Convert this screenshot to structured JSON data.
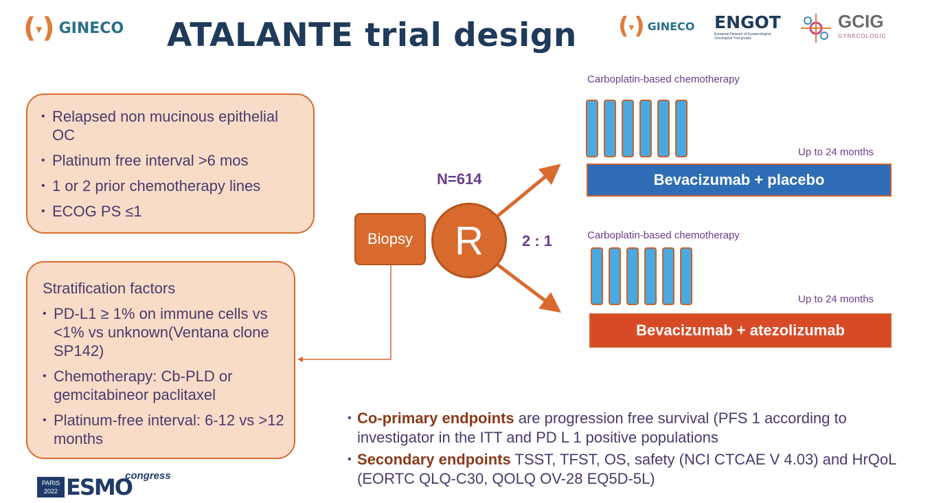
{
  "header": {
    "title": "ATALANTE trial design",
    "logo_gineco_left": "GINECO",
    "logo_gineco_right": "GINECO",
    "logo_engot": "ENGOT",
    "logo_engot_sub": "European Network of Gynaecological Oncological Trial groups",
    "logo_gcig": "GCIG",
    "logo_gcig_sub": "GYNECOLOGIC"
  },
  "eligibility": {
    "items": [
      "Relapsed non mucinous epithelial OC",
      "Platinum free interval >6 mos",
      "1 or 2 prior chemotherapy lines",
      "ECOG PS ≤1"
    ]
  },
  "stratification": {
    "heading": "Stratification factors",
    "items": [
      "PD-L1 ≥ 1% on immune cells vs <1% vs unknown(Ventana clone SP142)",
      "Chemotherapy: Cb-PLD or gemcitabineor paclitaxel",
      "Platinum-free interval: 6-12 vs >12 months"
    ]
  },
  "flow": {
    "biopsy": "Biopsy",
    "randomization": "R",
    "n": "N=614",
    "ratio": "2 : 1"
  },
  "arms": [
    {
      "chemo_label": "Carboplatin-based chemotherapy",
      "duration": "Up to 24 months",
      "treatment": "Bevacizumab + placebo",
      "color": "#2e6db5"
    },
    {
      "chemo_label": "Carboplatin-based chemotherapy",
      "duration": "Up to 24 months",
      "treatment": "Bevacizumab + atezolizumab",
      "color": "#d84a26"
    }
  ],
  "endpoints": {
    "primary_label": "Co-primary endpoints",
    "primary_text": " are progression free survival (PFS 1 according to investigator in the ITT and PD L 1 positive populations",
    "secondary_label": "Secondary endpoints",
    "secondary_text": " TSST, TFST, OS, safety (NCI CTCAE V 4.03) and HrQoL (EORTC QLQ-C30, QOLQ OV-28 EQ5D-5L)"
  },
  "footer": {
    "esmo_city": "PARIS",
    "esmo_year": "2022",
    "esmo_name": "ESMO",
    "esmo_congress": "congress"
  }
}
